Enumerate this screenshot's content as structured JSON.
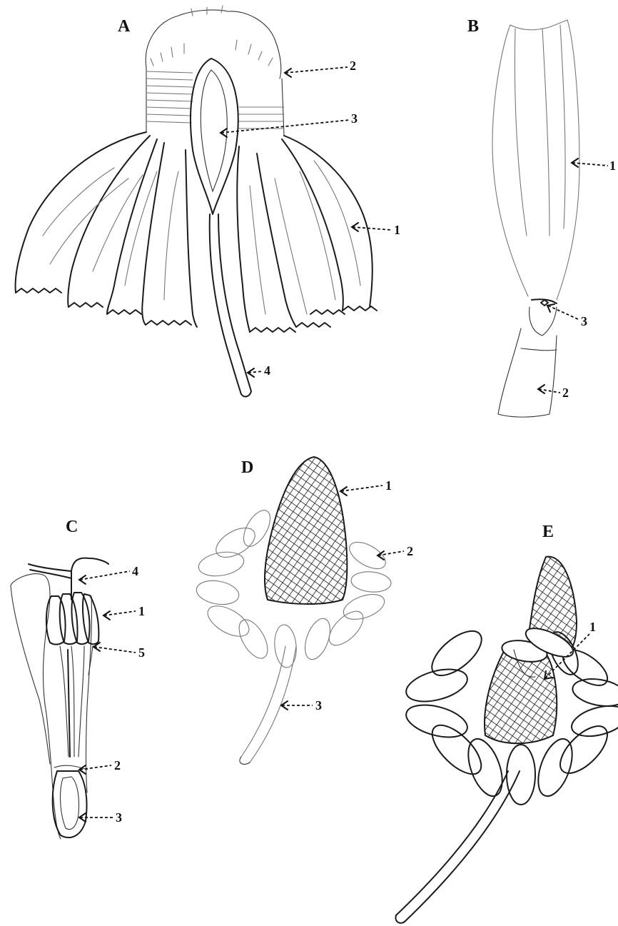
{
  "figure": {
    "panels": [
      {
        "letter": "A",
        "callouts": [
          "1",
          "2",
          "3",
          "4"
        ]
      },
      {
        "letter": "B",
        "callouts": [
          "1",
          "2",
          "3"
        ]
      },
      {
        "letter": "C",
        "callouts": [
          "1",
          "2",
          "3",
          "4",
          "5"
        ]
      },
      {
        "letter": "D",
        "callouts": [
          "1",
          "2",
          "3"
        ]
      },
      {
        "letter": "E",
        "callouts": [
          "1"
        ]
      }
    ],
    "ink_color": "#1a1a1a",
    "background_color": "#ffffff"
  }
}
